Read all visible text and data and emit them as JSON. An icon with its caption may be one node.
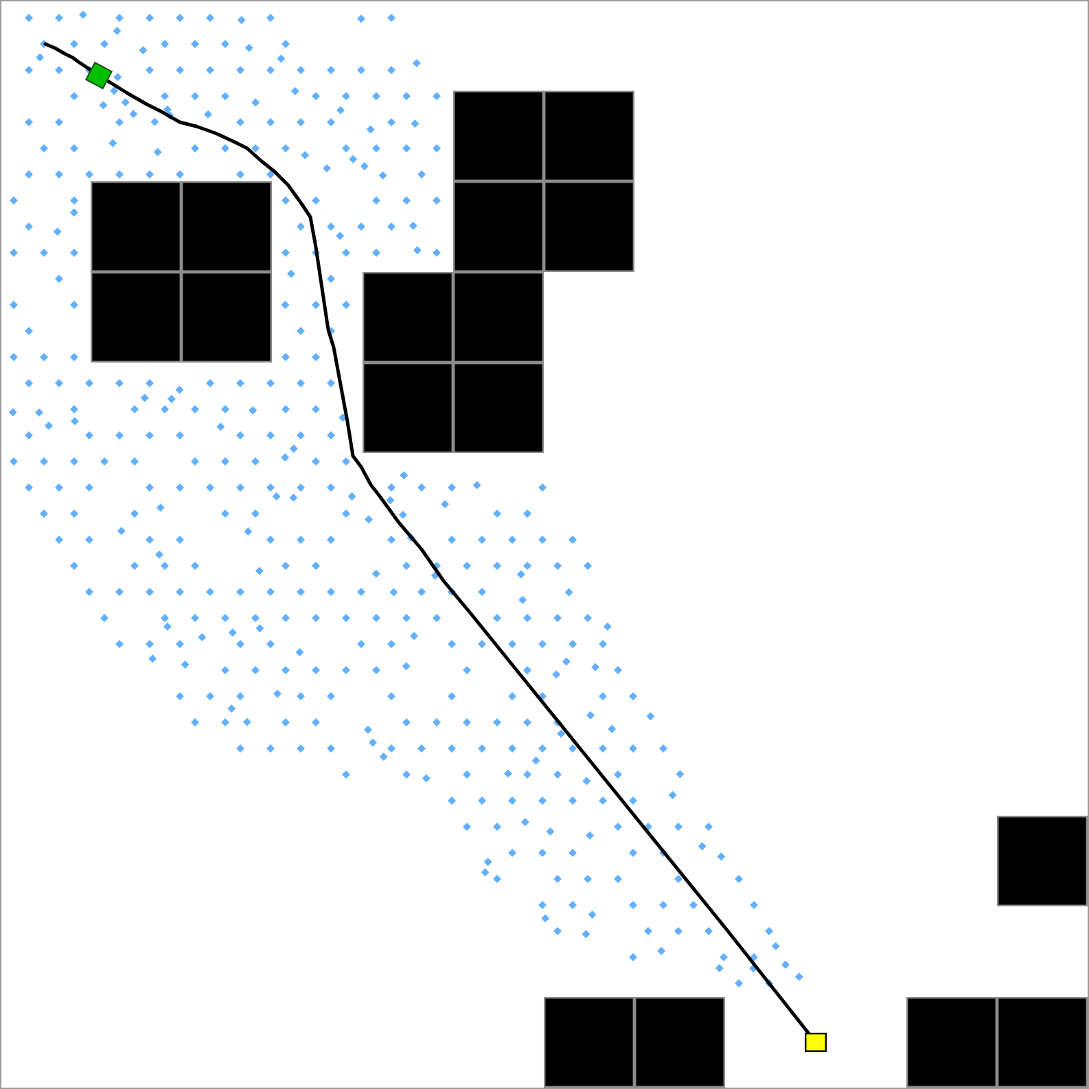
{
  "diagram": {
    "nodes": [
      {
        "text": [],
        "shape": "diamond"
      },
      {
        "text": [],
        "shape": "box"
      }
    ],
    "edges": [
      {
        "from": null,
        "to": 0,
        "arrow": "none"
      },
      {
        "from": 0,
        "to": 1,
        "arrow": "none"
      }
    ]
  }
}
